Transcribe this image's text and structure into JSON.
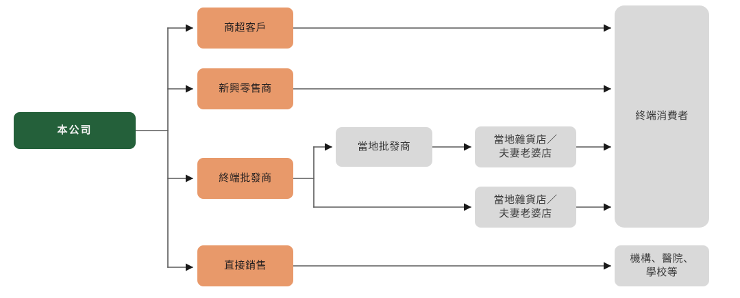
{
  "diagram": {
    "type": "flowchart",
    "title": "",
    "colors": {
      "root_fill": "#24603a",
      "root_text": "#f2f2f2",
      "channel_fill": "#e8996a",
      "channel_text": "#231f20",
      "terminal_fill": "#d9d9d9",
      "terminal_text": "#3a3a3a",
      "connector": "#595959",
      "background": "#ffffff"
    },
    "nodes": {
      "root": {
        "label": "本公司"
      },
      "channels": [
        {
          "label": "商超客戶"
        },
        {
          "label": "新興零售商"
        },
        {
          "label": "終端批發商"
        },
        {
          "label": "直接銷售"
        }
      ],
      "local_wholesaler": {
        "label": "當地批發商"
      },
      "local_stores": [
        {
          "label": "當地雜貨店／\n夫妻老婆店"
        },
        {
          "label": "當地雜貨店／\n夫妻老婆店"
        }
      ],
      "end_consumer": {
        "label": "終端消費者"
      },
      "institutions": {
        "label": "機構、醫院、\n學校等"
      }
    },
    "edges": [
      {
        "from": "本公司",
        "to": "商超客戶"
      },
      {
        "from": "本公司",
        "to": "新興零售商"
      },
      {
        "from": "本公司",
        "to": "終端批發商"
      },
      {
        "from": "本公司",
        "to": "直接銷售"
      },
      {
        "from": "商超客戶",
        "to": "終端消費者"
      },
      {
        "from": "新興零售商",
        "to": "終端消費者"
      },
      {
        "from": "終端批發商",
        "to": "當地批發商"
      },
      {
        "from": "終端批發商",
        "to": "當地雜貨店／夫妻老婆店"
      },
      {
        "from": "當地批發商",
        "to": "當地雜貨店／夫妻老婆店"
      },
      {
        "from": "當地雜貨店／夫妻老婆店",
        "to": "終端消費者"
      },
      {
        "from": "直接銷售",
        "to": "機構、醫院、學校等"
      }
    ]
  }
}
